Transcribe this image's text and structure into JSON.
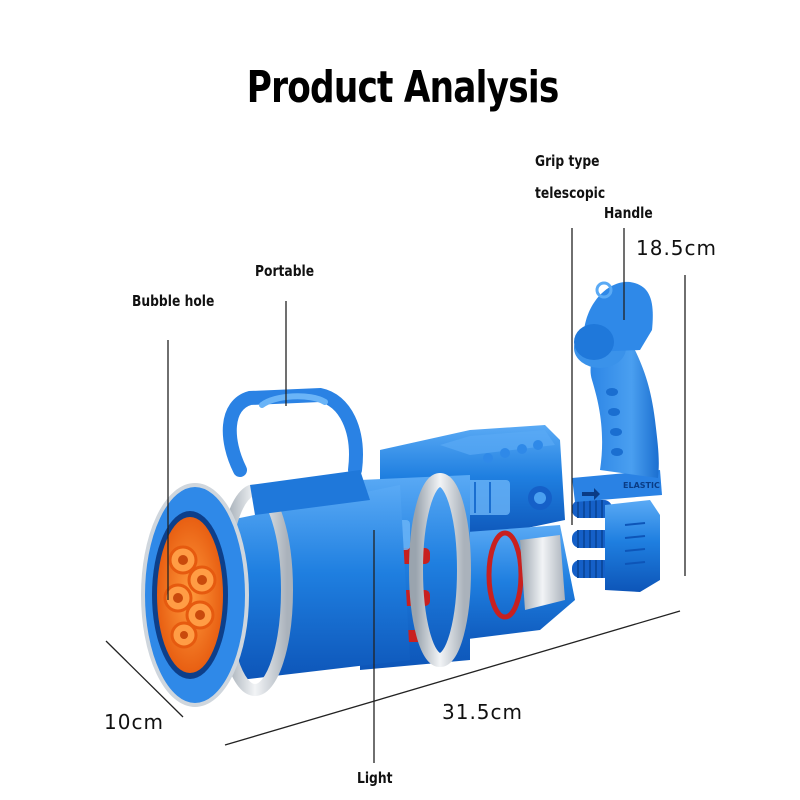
{
  "title": "Product Analysis",
  "colors": {
    "body_blue": "#1f7fe0",
    "body_blue_dark": "#0d55b8",
    "body_blue_light": "#5aaaf5",
    "nozzle_orange": "#f47a24",
    "accent_red": "#c8201f",
    "silver": "#d8dde3",
    "line": "#222222"
  },
  "callouts": {
    "grip_type": "Grip type",
    "grip_telescopic": "telescopic",
    "handle": "Handle",
    "portable": "Portable",
    "bubble_hole": "Bubble hole",
    "light": "Light"
  },
  "dimensions": {
    "height": "18.5cm",
    "length": "31.5cm",
    "width": "10cm"
  },
  "product": {
    "handle_marking": "ELASTIC"
  }
}
